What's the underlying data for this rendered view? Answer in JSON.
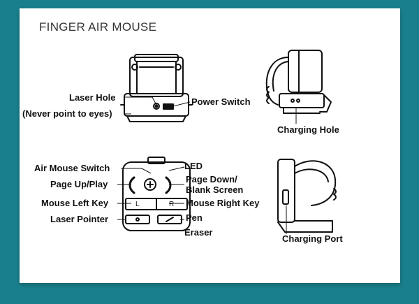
{
  "title": "FINGER AIR MOUSE",
  "labels": {
    "laser_hole": "Laser Hole",
    "laser_warning": "(Never point to eyes)",
    "power_switch": "Power Switch",
    "charging_hole": "Charging Hole",
    "air_mouse_switch": "Air Mouse Switch",
    "led": "LED",
    "page_up": "Page Up/Play",
    "page_down": "Page Down/",
    "blank_screen": "Blank Screen",
    "left_key": "Mouse Left Key",
    "right_key": "Mouse Right Key",
    "laser_pointer": "Laser Pointer",
    "pen": "Pen",
    "eraser": "Eraser",
    "charging_port": "Charging Port",
    "key_l": "L",
    "key_r": "R"
  },
  "colors": {
    "background": "#1a7f8c",
    "card": "#ffffff",
    "ink": "#111111"
  }
}
